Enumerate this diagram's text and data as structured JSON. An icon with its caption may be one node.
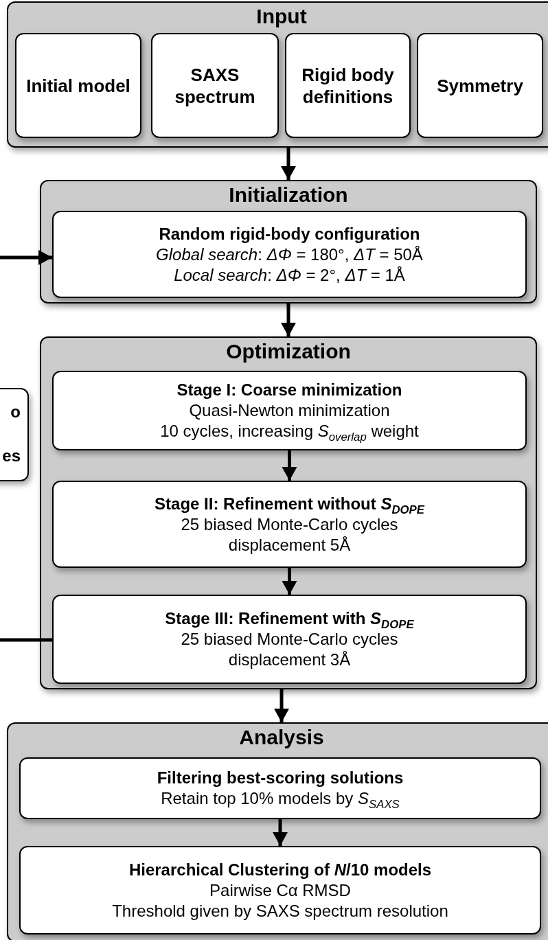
{
  "diagram": {
    "nodes": [
      {
        "text": [
          "Input"
        ]
      },
      {
        "text": [
          "Initial model"
        ],
        "in": 0
      },
      {
        "text": [
          "SAXS spectrum"
        ],
        "in": 0
      },
      {
        "text": [
          "Rigid body definitions"
        ],
        "in": 0
      },
      {
        "text": [
          "Symmetry"
        ],
        "in": 0
      },
      {
        "text": [
          "Initialization"
        ]
      },
      {
        "text": [
          "Random rigid-body configuration",
          "*Global search*: *ΔΦ* = 180°, *ΔT* = 50Å",
          "*Local search*: *ΔΦ* = 2°, *ΔT* = 1Å"
        ],
        "in": 5
      },
      {
        "text": [
          "o",
          "es"
        ]
      },
      {
        "text": [
          "Optimization"
        ]
      },
      {
        "text": [
          "Stage I: Coarse minimization",
          "Quasi-Newton minimization",
          "10 cycles, increasing *S*$_{overlap}$ weight"
        ],
        "in": 8
      },
      {
        "text": [
          "Stage II: Refinement without *S*$_{DOPE}$",
          "25 biased Monte-Carlo cycles",
          "displacement 5Å"
        ],
        "in": 8
      },
      {
        "text": [
          "Stage III: Refinement with *S*$_{DOPE}$",
          "25 biased Monte-Carlo cycles",
          "displacement 3Å"
        ],
        "in": 8
      },
      {
        "text": [
          "Analysis"
        ]
      },
      {
        "text": [
          "Filtering best-scoring solutions",
          "Retain top 10% models by *S*$_{SAXS}$"
        ],
        "in": 12
      },
      {
        "text": [
          "Hierarchical Clustering of *N*/10 models",
          "Pairwise Cα RMSD",
          "Threshold given by SAXS spectrum resolution"
        ],
        "in": 12
      }
    ],
    "edges": [
      {
        "from": 0,
        "to": 5,
        "arrow": "to"
      },
      {
        "from": null,
        "to": 6,
        "arrow": "to"
      },
      {
        "from": 5,
        "to": 8,
        "arrow": "to"
      },
      {
        "from": 9,
        "to": 10,
        "arrow": "to"
      },
      {
        "from": 10,
        "to": 11,
        "arrow": "to"
      },
      {
        "from": 11,
        "to": null,
        "arrow": "none"
      },
      {
        "from": 8,
        "to": 12,
        "arrow": "to"
      },
      {
        "from": 13,
        "to": 14,
        "arrow": "to"
      }
    ]
  }
}
